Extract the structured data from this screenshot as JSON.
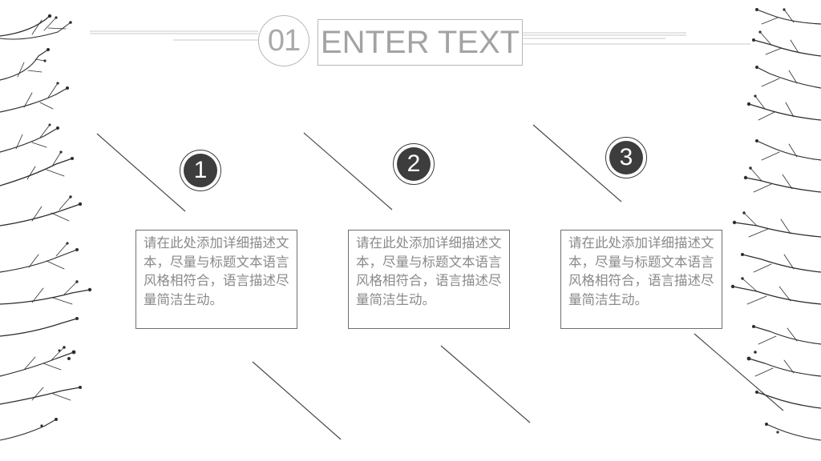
{
  "slide": {
    "section_number": "01",
    "title": "ENTER TEXT"
  },
  "items": [
    {
      "number": "1",
      "text": "请在此处添加详细描述文本，尽量与标题文本语言风格相符合，语言描述尽量简洁生动。"
    },
    {
      "number": "2",
      "text": "请在此处添加详细描述文本，尽量与标题文本语言风格相符合，语言描述尽量简洁生动。"
    },
    {
      "number": "3",
      "text": "请在此处添加详细描述文本，尽量与标题文本语言风格相符合，语言描述尽量简洁生动。"
    }
  ],
  "colors": {
    "badge_fill": "#3d3d3d",
    "title_gray": "#a3a3a3",
    "body_text": "#8a8a8a",
    "box_border": "#6e6e6e",
    "accent_line": "#4a4a4a"
  },
  "icons": {
    "left_decoration": "bare-branch-illustration",
    "right_decoration": "bare-branch-illustration"
  }
}
